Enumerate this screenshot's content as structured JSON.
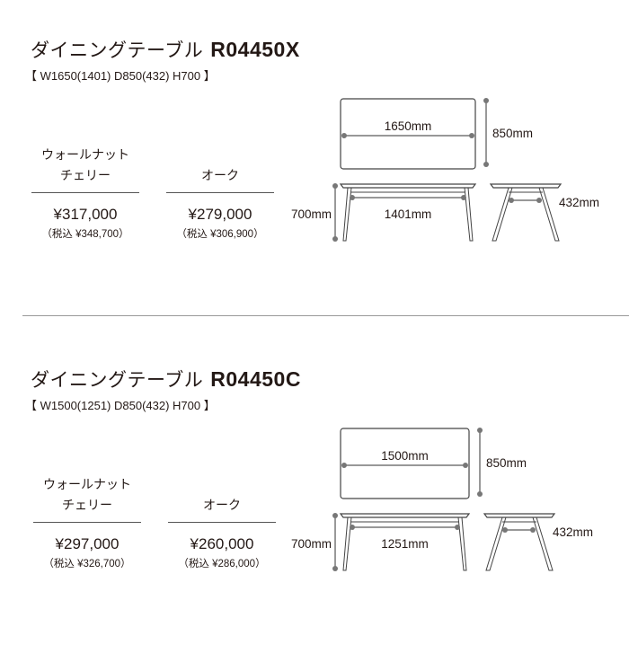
{
  "products": [
    {
      "name": "ダイニングテーブル",
      "code": "R04450X",
      "dims": "【 W1650(1401)  D850(432)  H700 】",
      "variants": [
        {
          "wood_line1": "ウォールナット",
          "wood_line2": "チェリー",
          "price": "¥317,000",
          "tax": "（税込 ¥348,700）"
        },
        {
          "wood_line1": "",
          "wood_line2": "オーク",
          "price": "¥279,000",
          "tax": "（税込 ¥306,900）"
        }
      ],
      "diagram": {
        "width": "1650mm",
        "depth": "850mm",
        "inner_width": "1401mm",
        "height": "700mm",
        "inner_depth": "432mm"
      }
    },
    {
      "name": "ダイニングテーブル",
      "code": "R04450C",
      "dims": "【 W1500(1251)  D850(432)  H700 】",
      "variants": [
        {
          "wood_line1": "ウォールナット",
          "wood_line2": "チェリー",
          "price": "¥297,000",
          "tax": "（税込 ¥326,700）"
        },
        {
          "wood_line1": "",
          "wood_line2": "オーク",
          "price": "¥260,000",
          "tax": "（税込 ¥286,000）"
        }
      ],
      "diagram": {
        "width": "1500mm",
        "depth": "850mm",
        "inner_width": "1251mm",
        "height": "700mm",
        "inner_depth": "432mm"
      }
    }
  ]
}
